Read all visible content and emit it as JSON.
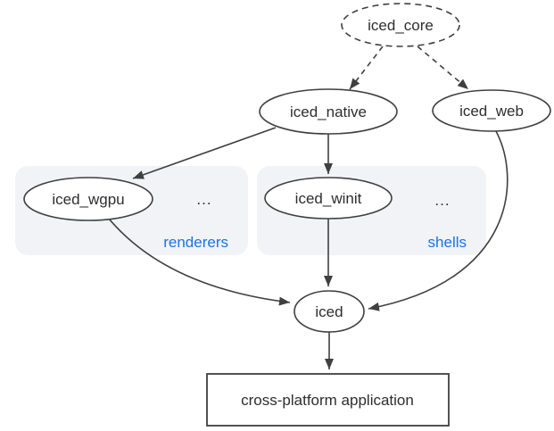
{
  "colors": {
    "background": "#ffffff",
    "stroke": "#3f3f3f",
    "text": "#2d2d2d",
    "accent_blue": "#1a73e8",
    "group_fill": "#f1f3f7",
    "node_fill": "#ffffff"
  },
  "nodes": {
    "iced_core": {
      "label": "iced_core"
    },
    "iced_native": {
      "label": "iced_native"
    },
    "iced_web": {
      "label": "iced_web"
    },
    "iced_wgpu": {
      "label": "iced_wgpu"
    },
    "iced_winit": {
      "label": "iced_winit"
    },
    "iced": {
      "label": "iced"
    },
    "application": {
      "label": "cross-platform application"
    }
  },
  "groups": {
    "renderers": {
      "label": "renderers",
      "ellipsis": "..."
    },
    "shells": {
      "label": "shells",
      "ellipsis": "..."
    }
  },
  "edges": [
    {
      "from": "iced_core",
      "to": "iced_native",
      "style": "dashed"
    },
    {
      "from": "iced_core",
      "to": "iced_web",
      "style": "dashed"
    },
    {
      "from": "iced_native",
      "to": "iced_wgpu",
      "style": "solid"
    },
    {
      "from": "iced_native",
      "to": "iced_winit",
      "style": "solid"
    },
    {
      "from": "iced_wgpu",
      "to": "iced",
      "style": "solid"
    },
    {
      "from": "iced_winit",
      "to": "iced",
      "style": "solid"
    },
    {
      "from": "iced_web",
      "to": "iced",
      "style": "solid"
    },
    {
      "from": "iced",
      "to": "application",
      "style": "solid"
    }
  ]
}
